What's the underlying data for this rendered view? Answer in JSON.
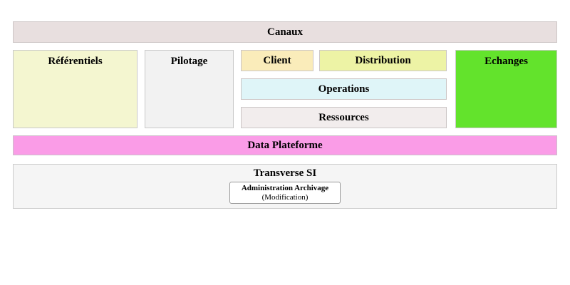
{
  "diagram": {
    "canaux": {
      "label": "Canaux",
      "bg": "#e8dfdf"
    },
    "referentiels": {
      "label": "Référentiels",
      "bg": "#f4f6d0"
    },
    "pilotage": {
      "label": "Pilotage",
      "bg": "#f2f2f2"
    },
    "client": {
      "label": "Client",
      "bg": "#faecba"
    },
    "distribution": {
      "label": "Distribution",
      "bg": "#edf3a5"
    },
    "operations": {
      "label": "Operations",
      "bg": "#dff5f8"
    },
    "ressources": {
      "label": "Ressources",
      "bg": "#f2eded"
    },
    "echanges": {
      "label": "Echanges",
      "bg": "#63e32c"
    },
    "data_plateforme": {
      "label": "Data Plateforme",
      "bg": "#fa9ce7"
    },
    "transverse": {
      "label": "Transverse SI",
      "bg": "#f5f5f5",
      "admin_box": {
        "title": "Administration Archivage",
        "subtitle": "(Modification)",
        "bg": "#ffffff"
      }
    }
  }
}
